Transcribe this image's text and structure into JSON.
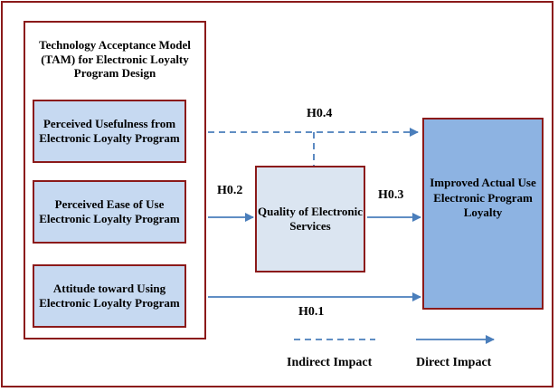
{
  "tam_group": {
    "title": "Technology Acceptance Model (TAM) for Electronic Loyalty Program Design"
  },
  "constructs": [
    "Perceived Usefulness from Electronic Loyalty Program",
    "Perceived Ease of Use Electronic Loyalty Program",
    "Attitude toward Using Electronic Loyalty Program"
  ],
  "mediator": "Quality of Electronic Services",
  "outcome": "Improved Actual Use Electronic Program Loyalty",
  "hypotheses": {
    "h01": "H0.1",
    "h02": "H0.2",
    "h03": "H0.3",
    "h04": "H0.4"
  },
  "legend": {
    "indirect": "Indirect Impact",
    "direct": "Direct Impact"
  },
  "colors": {
    "border": "#8b1a1a",
    "arrow": "#4a7ebb",
    "construct_fill": "#c6d9f1",
    "mediator_fill": "#dbe5f1",
    "outcome_fill": "#8db3e2"
  }
}
